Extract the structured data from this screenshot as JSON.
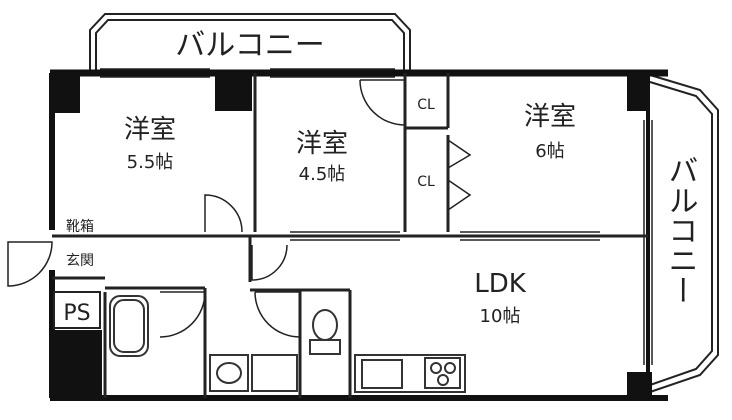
{
  "plan": {
    "balcony_top": "バルコニー",
    "balcony_right": "バルコニー",
    "rooms": {
      "western_a": {
        "name": "洋室",
        "size": "5.5帖"
      },
      "western_b": {
        "name": "洋室",
        "size": "4.5帖"
      },
      "western_c": {
        "name": "洋室",
        "size": "6帖"
      },
      "ldk": {
        "name": "LDK",
        "size": "10帖"
      }
    },
    "closet_1": "CL",
    "closet_2": "CL",
    "shoe_box": "靴箱",
    "entrance": "玄関",
    "pipe_space": "PS"
  }
}
